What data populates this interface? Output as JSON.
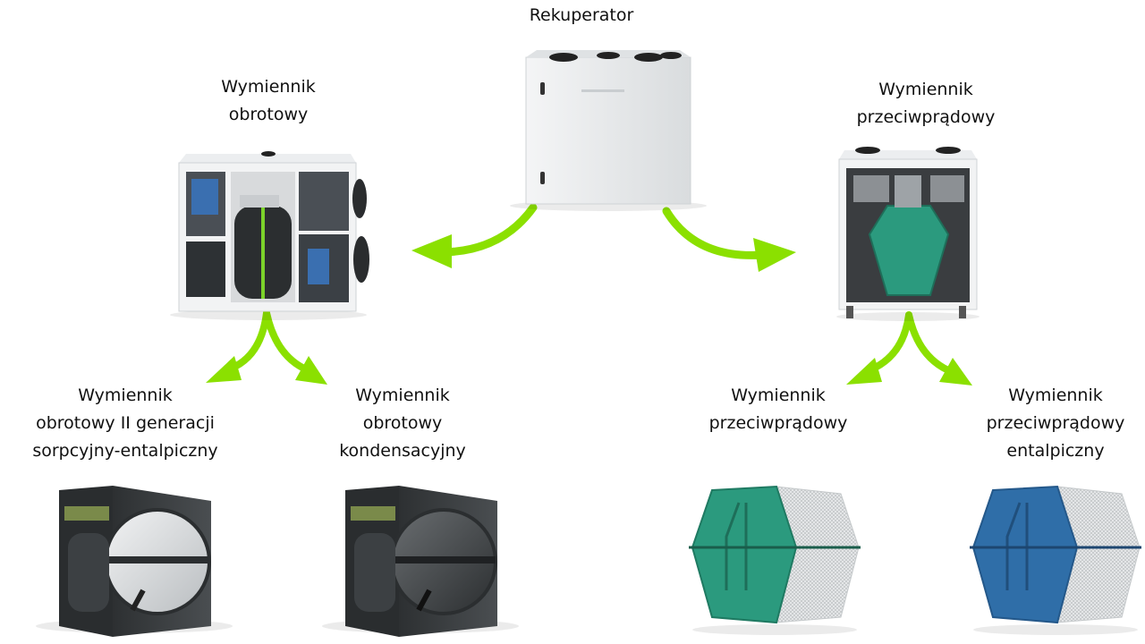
{
  "colors": {
    "arrow": "#8be000",
    "rotary_teal": "#2b9a7e",
    "counterflow_blue": "#2f6ea8",
    "dark_metal": "#3a3d3f",
    "casing": "#e9ecee"
  },
  "nodes": {
    "root": {
      "label": "Rekuperator"
    },
    "rotary": {
      "label": "Wymiennik\nobrotowy"
    },
    "counterflow": {
      "label": "Wymiennik\nprzeciwprądowy"
    },
    "rotary_sorption": {
      "label": "Wymiennik\nobrotowy II generacji\nsorpcyjny-entalpiczny"
    },
    "rotary_condensing": {
      "label": "Wymiennik\nobrotowy\nkondensacyjny"
    },
    "counterflow_plain": {
      "label": "Wymiennik\nprzeciwprądowy"
    },
    "counterflow_enthalpy": {
      "label": "Wymiennik\nprzeciwprądowy\nentalpiczny"
    }
  }
}
